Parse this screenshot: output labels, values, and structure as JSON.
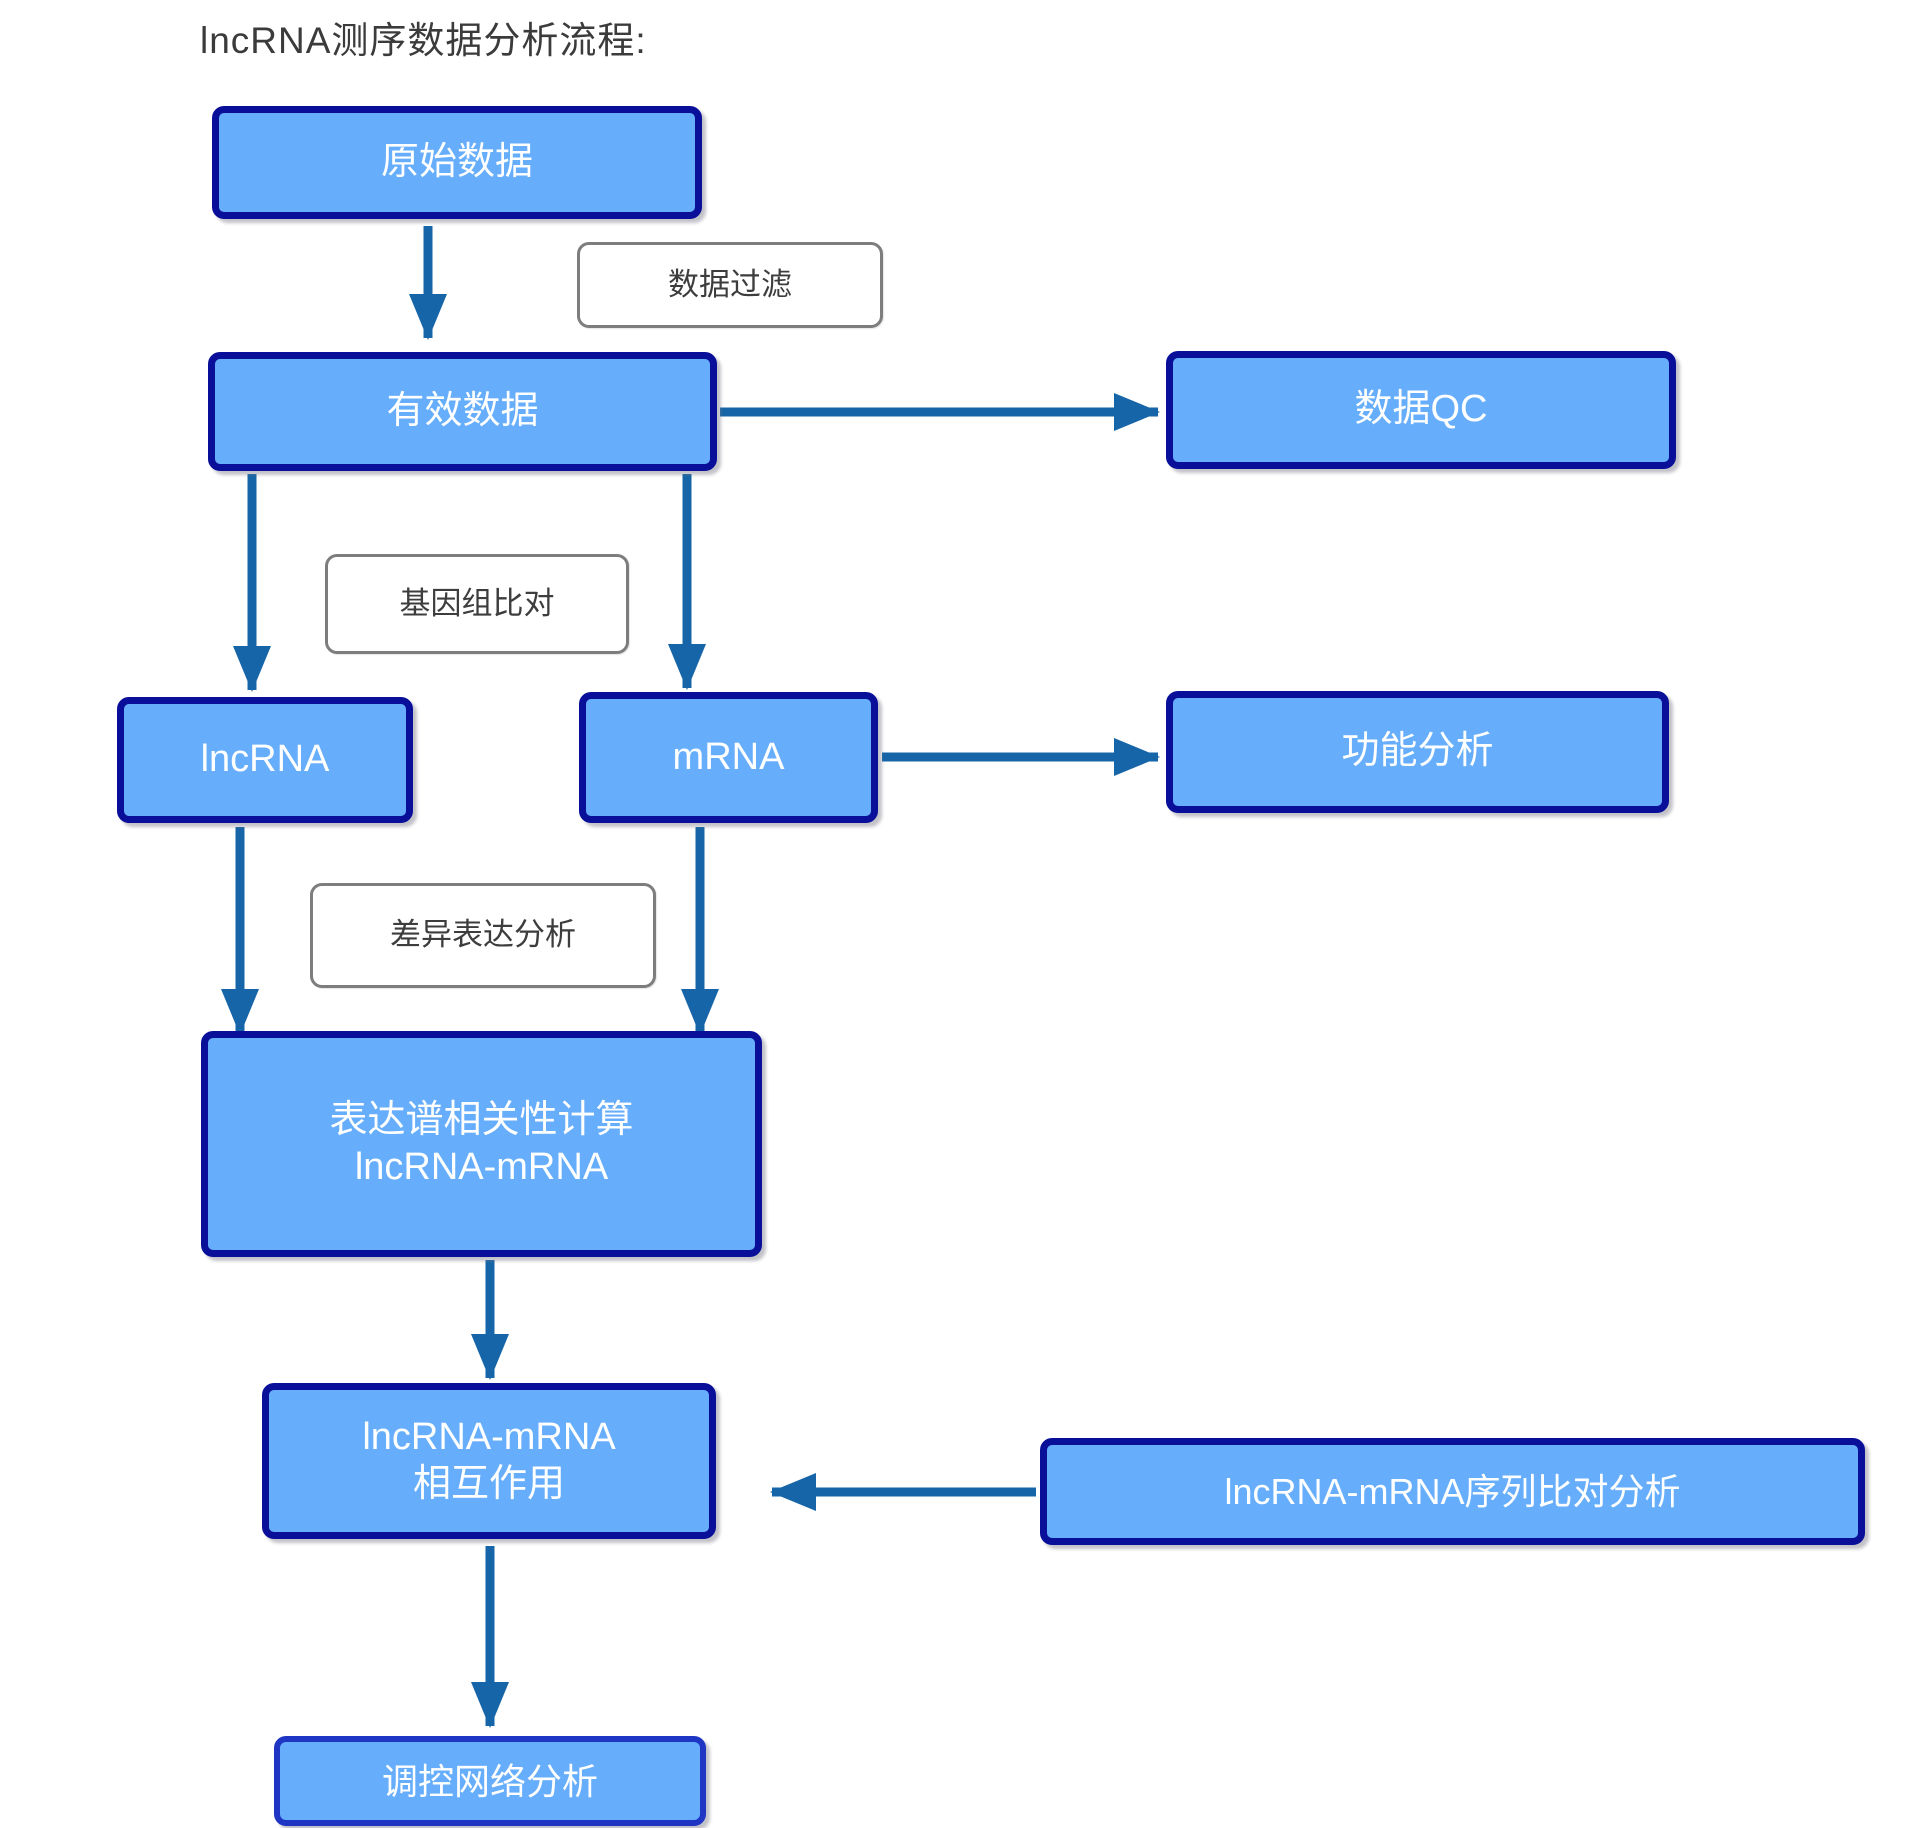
{
  "title": "lncRNA测序数据分析流程:",
  "nodes": {
    "raw": {
      "label": "原始数据"
    },
    "filter": {
      "label": "数据过滤"
    },
    "valid": {
      "label": "有效数据"
    },
    "qc": {
      "label": "数据QC"
    },
    "align": {
      "label": "基因组比对"
    },
    "lncrna": {
      "label": "lncRNA"
    },
    "mrna": {
      "label": "mRNA"
    },
    "func": {
      "label": "功能分析"
    },
    "de": {
      "label": "差异表达分析"
    },
    "corr": {
      "line1": "表达谱相关性计算",
      "line2": "lncRNA-mRNA"
    },
    "interact": {
      "line1": "lncRNA-mRNA",
      "line2": "相互作用"
    },
    "seqalign": {
      "label": "lncRNA-mRNA序列比对分析"
    },
    "network": {
      "label": "调控网络分析"
    }
  },
  "colors": {
    "box_fill": "#66aefb",
    "box_border": "#0a0f99",
    "network_box_border": "#1f35c4",
    "arrow": "#1565a8",
    "label_box_border": "#7d7d7d",
    "label_text": "#3d3d3d",
    "box_text": "#ffffff",
    "title_text": "#3b3b3b"
  }
}
